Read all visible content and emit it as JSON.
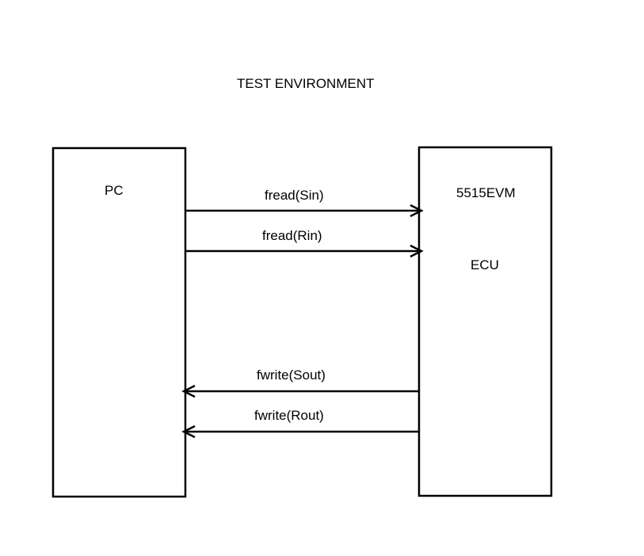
{
  "diagram": {
    "title": "TEST ENVIRONMENT",
    "blocks": {
      "pc": {
        "label": "PC"
      },
      "evm": {
        "label": "5515EVM",
        "sublabel": "ECU"
      }
    },
    "arrows": {
      "sin": {
        "label": "fread(Sin)",
        "direction": "pc-to-evm"
      },
      "rin": {
        "label": "fread(Rin)",
        "direction": "pc-to-evm"
      },
      "sout": {
        "label": "fwrite(Sout)",
        "direction": "evm-to-pc"
      },
      "rout": {
        "label": "fwrite(Rout)",
        "direction": "evm-to-pc"
      }
    },
    "colors": {
      "line": "#000000",
      "background": "#ffffff"
    }
  }
}
